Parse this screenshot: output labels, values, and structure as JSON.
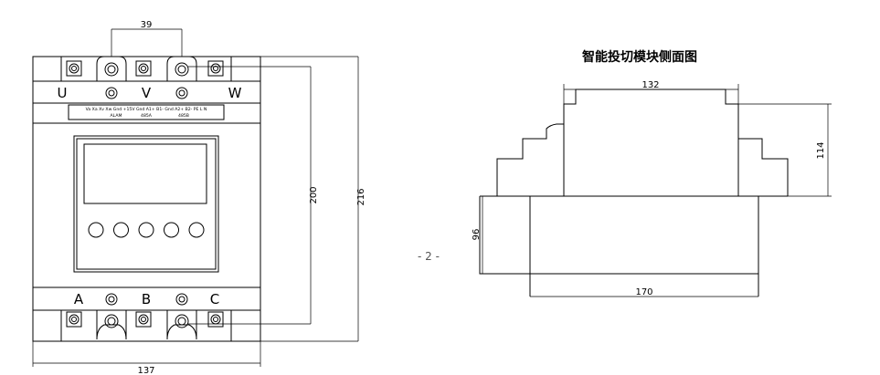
{
  "front_view": {
    "dimensions": {
      "top_width": "39",
      "inner_height": "200",
      "total_height": "216",
      "bottom_width": "137"
    },
    "top_labels": [
      "U",
      "V",
      "W"
    ],
    "bottom_labels": [
      "A",
      "B",
      "C"
    ],
    "terminal_strip": {
      "row1": "Va Xa Xv Xw Gnd +15V Gnd A1+ B1- Gnd A2+ B2- PE L N",
      "row2_left": "ALAM",
      "row2_mid": "485A",
      "row2_right": "485B"
    },
    "button_count": 5
  },
  "page_number": "- 2 -",
  "side_view": {
    "title": "智能投切模块侧面图",
    "dimensions": {
      "top_width": "132",
      "upper_height": "114",
      "lower_height": "96",
      "bottom_width": "170"
    }
  }
}
